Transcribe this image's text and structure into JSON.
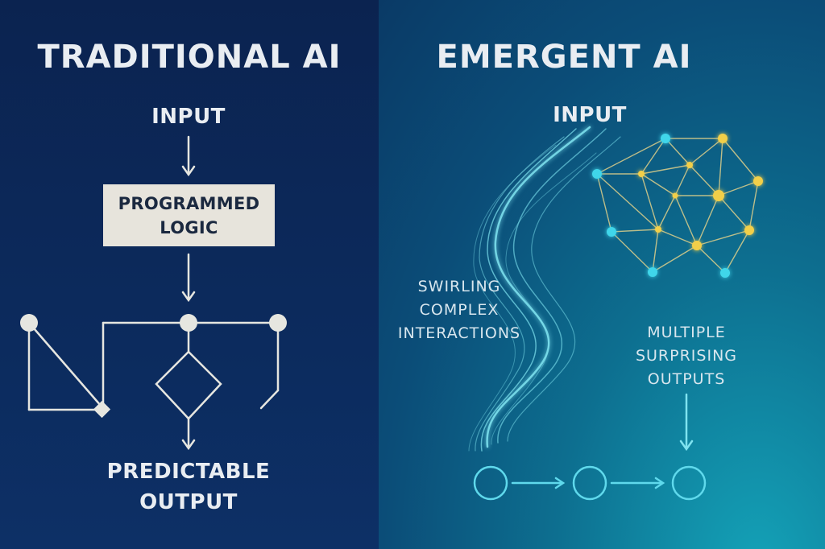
{
  "traditional": {
    "title": "TRADITIONAL AI",
    "input_label": "INPUT",
    "logic_box_lines": [
      "PROGRAMMED",
      "LOGIC"
    ],
    "output_lines": [
      "PREDICTABLE",
      "OUTPUT"
    ]
  },
  "emergent": {
    "title": "EMERGENT AI",
    "input_label": "INPUT",
    "interactions_lines": [
      "SWIRLING",
      "COMPLEX",
      "INTERACTIONS"
    ],
    "outputs_lines": [
      "MULTIPLE",
      "SURPRISING",
      "OUTPUTS"
    ]
  },
  "colors": {
    "left_bg": "#0b2350",
    "right_bg": "#0d6f90",
    "line": "#e6e6e0",
    "cyan_node": "#3fd6ea",
    "yellow_node": "#f2cf4a"
  }
}
